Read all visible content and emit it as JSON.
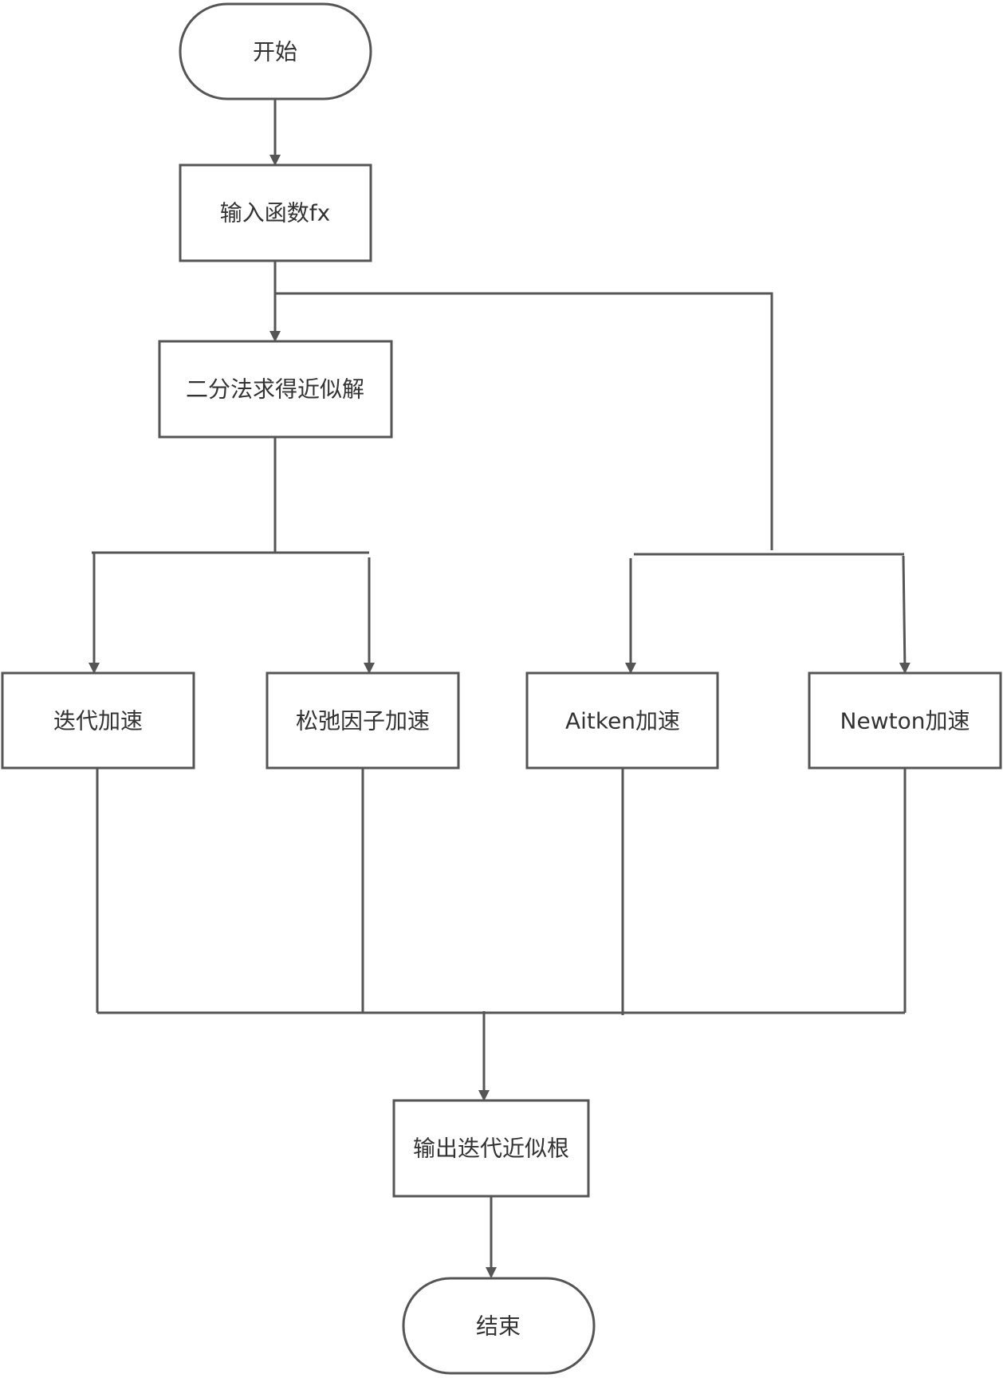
{
  "nodes": [
    {
      "id": "start",
      "label": "开始",
      "shape": "terminal"
    },
    {
      "id": "input",
      "label": "输入函数fx",
      "shape": "process"
    },
    {
      "id": "bisection",
      "label": "二分法求得近似解",
      "shape": "process"
    },
    {
      "id": "iteration-accel",
      "label": "迭代加速",
      "shape": "process"
    },
    {
      "id": "relaxation-accel",
      "label": "松弛因子加速",
      "shape": "process"
    },
    {
      "id": "aitken-accel",
      "label": "Aitken加速",
      "shape": "process"
    },
    {
      "id": "newton-accel",
      "label": "Newton加速",
      "shape": "process"
    },
    {
      "id": "output",
      "label": "输出迭代近似根",
      "shape": "process"
    },
    {
      "id": "end",
      "label": "结束",
      "shape": "terminal"
    }
  ],
  "edges": [
    {
      "from": "start",
      "to": "input"
    },
    {
      "from": "input",
      "to": "bisection"
    },
    {
      "from": "input",
      "to": "aitken-accel"
    },
    {
      "from": "input",
      "to": "newton-accel"
    },
    {
      "from": "bisection",
      "to": "iteration-accel"
    },
    {
      "from": "bisection",
      "to": "relaxation-accel"
    },
    {
      "from": "iteration-accel",
      "to": "output"
    },
    {
      "from": "relaxation-accel",
      "to": "output"
    },
    {
      "from": "aitken-accel",
      "to": "output"
    },
    {
      "from": "newton-accel",
      "to": "output"
    },
    {
      "from": "output",
      "to": "end"
    }
  ],
  "colors": {
    "stroke": "#555555",
    "text": "#333333",
    "fill": "#ffffff"
  }
}
